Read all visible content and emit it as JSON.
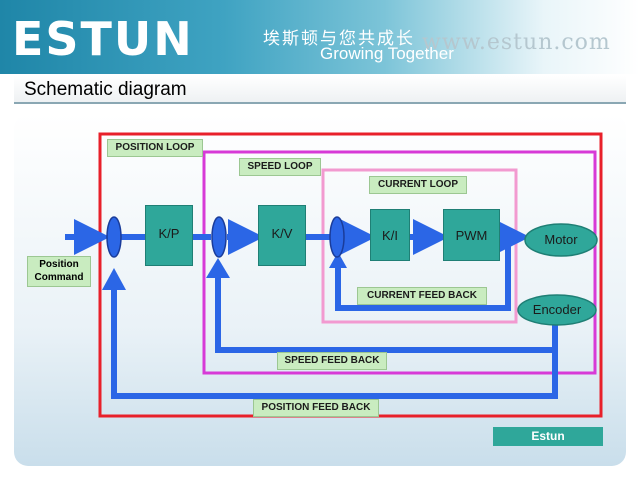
{
  "header": {
    "logo": "ESTUN",
    "slogan_cn": "埃斯顿与您共成长",
    "slogan_en": "Growing Together",
    "website": "www.estun.com"
  },
  "title": "Schematic diagram",
  "diagram": {
    "loops": {
      "position": "POSITION LOOP",
      "speed": "SPEED LOOP",
      "current": "CURRENT LOOP"
    },
    "feedback": {
      "current": "CURRENT FEED BACK",
      "speed": "SPEED FEED BACK",
      "position": "POSITION FEED BACK"
    },
    "blocks": {
      "kp": "K/P",
      "kv": "K/V",
      "ki": "K/I",
      "pwm": "PWM",
      "motor": "Motor",
      "encoder": "Encoder"
    },
    "input": "Position Command",
    "colors": {
      "position_loop": "#e8202a",
      "speed_loop": "#d73ad7",
      "current_loop": "#f29ad0",
      "signal_arrow": "#2b66e6",
      "block_fill": "#2fa79a",
      "label_fill": "#c9ecc0"
    }
  },
  "footer_button": "Estun"
}
